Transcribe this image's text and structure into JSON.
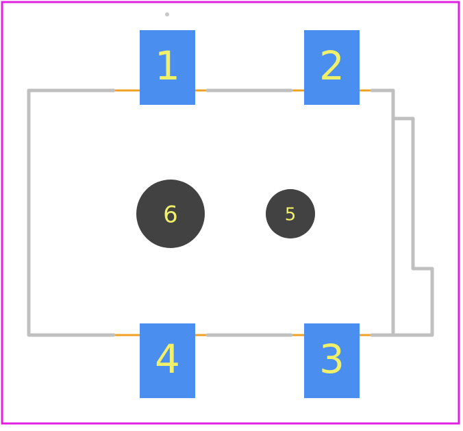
{
  "footprint": {
    "pads": [
      {
        "id": "pad-1",
        "label": "1",
        "shape": "rect"
      },
      {
        "id": "pad-2",
        "label": "2",
        "shape": "rect"
      },
      {
        "id": "pad-3",
        "label": "3",
        "shape": "rect"
      },
      {
        "id": "pad-4",
        "label": "4",
        "shape": "rect"
      }
    ],
    "holes": [
      {
        "id": "hole-6",
        "label": "6",
        "shape": "circle"
      },
      {
        "id": "hole-5",
        "label": "5",
        "shape": "circle"
      }
    ]
  },
  "colors": {
    "background": "#ffffff",
    "courtyard": "#e020e0",
    "silkscreen": "#c0c0c0",
    "pad_fill": "#4a8ef0",
    "hole_fill": "#424242",
    "label_text": "#f0f06a",
    "fab_edge": "#f0a020",
    "origin_marker": "#c8c8c8"
  }
}
